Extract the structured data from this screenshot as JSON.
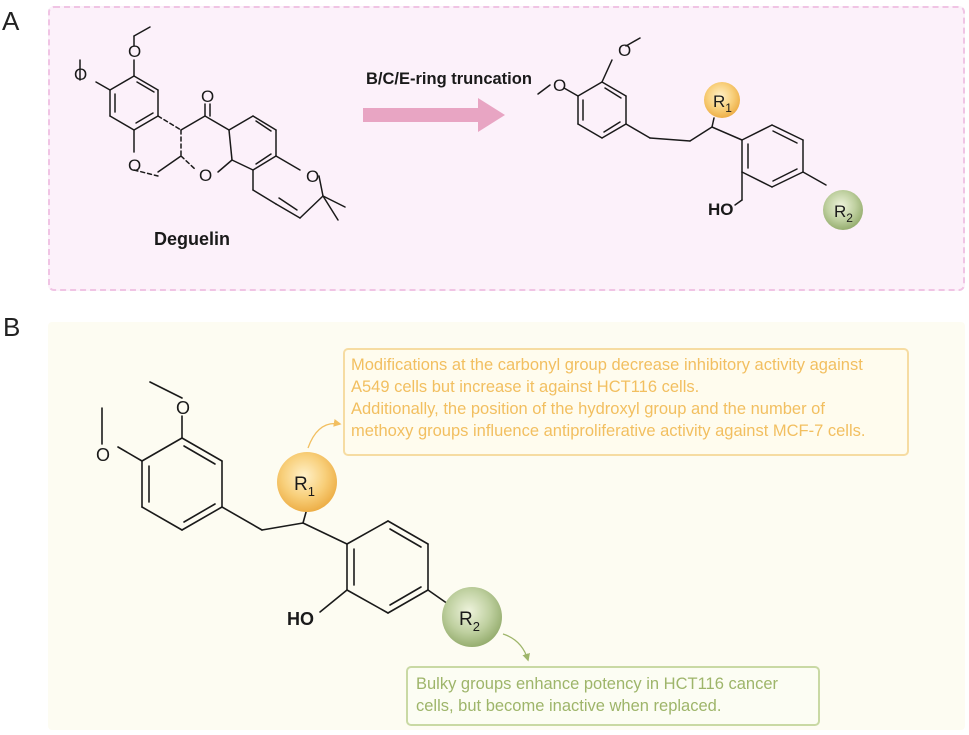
{
  "panels": {
    "a": {
      "label": "A",
      "reaction_label": "B/C/E-ring truncation",
      "parent_name": "Deguelin",
      "colors": {
        "background": "#fcf1fa",
        "border": "#f0c4e4",
        "arrow": "#e8a5c3"
      }
    },
    "b": {
      "label": "B",
      "colors": {
        "background": "#fdfcf2"
      }
    }
  },
  "atoms": {
    "oxygen": "O",
    "hydroxyl": "HO",
    "r1": "R",
    "r1_sub": "1",
    "r2": "R",
    "r2_sub": "2"
  },
  "annotations": {
    "r1_note": {
      "lines": [
        "Modifications at the carbonyl group decrease inhibitory activity against",
        "A549 cells but increase it against HCT116 cells.",
        "Additionally, the position of the hydroxyl group and the number of",
        "methoxy groups influence antiproliferative activity against MCF-7 cells."
      ],
      "color": "#f2bf60"
    },
    "r2_note": {
      "lines": [
        "Bulky groups enhance potency in HCT116 cancer",
        "cells, but become inactive when replaced."
      ],
      "color": "#9eb56a"
    }
  },
  "colors": {
    "r1_circle": "#f6c163",
    "r2_circle": "#a9be83",
    "bond": "#1a1a1a"
  }
}
